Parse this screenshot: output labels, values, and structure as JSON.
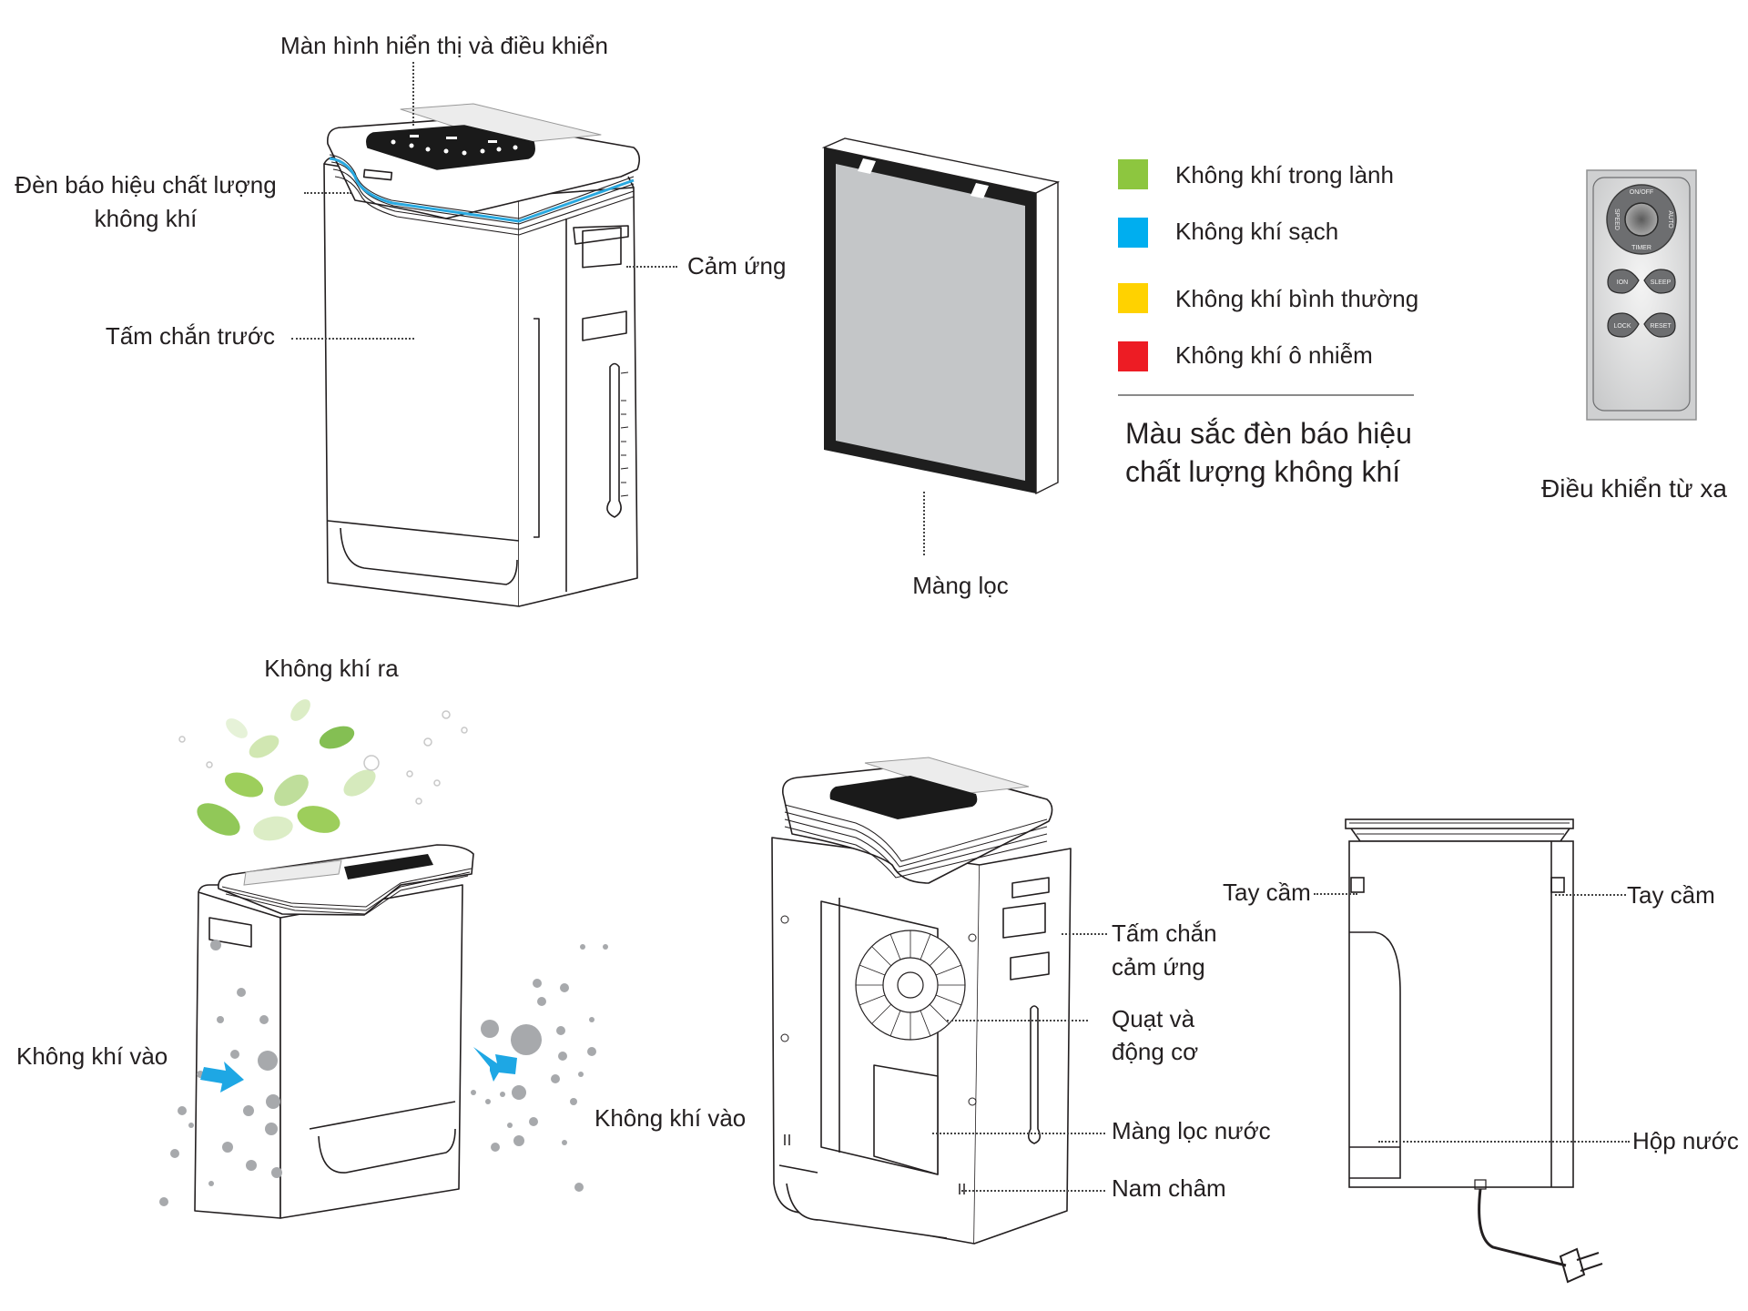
{
  "diagram": {
    "subject": "Máy lọc không khí – cấu tạo",
    "colors": {
      "line": "#231f20",
      "indicator_light": "#29a9e0",
      "airflow_arrow": "#1ea7e4",
      "particle": "#a7a9ac",
      "leaf_green": "#8dc63f",
      "filter_media": "#c4c6c8",
      "filter_frame": "#1e1e1e",
      "remote_body": "#d9dadb",
      "remote_buttons": "#6d6e70"
    }
  },
  "front_view": {
    "labels": {
      "display_panel": "Màn hình hiển thị và điều khiển",
      "indicator_light_line1": "Đèn báo hiệu chất lượng",
      "indicator_light_line2": "không khí",
      "front_cover": "Tấm chắn trước",
      "sensor": "Cảm ứng"
    }
  },
  "filter": {
    "label": "Màng lọc"
  },
  "legend": {
    "items": [
      {
        "label": "Không khí trong lành",
        "color": "#8dc63f"
      },
      {
        "label": "Không khí sạch",
        "color": "#00aeef"
      },
      {
        "label": "Không khí bình thường",
        "color": "#ffd200"
      },
      {
        "label": "Không khí ô nhiễm",
        "color": "#ed1c24"
      }
    ],
    "title_line1": "Màu sắc đèn báo hiệu",
    "title_line2": "chất lượng không khí"
  },
  "remote": {
    "label": "Điều khiển từ xa",
    "buttons": {
      "on_off": "ON/OFF",
      "speed": "SPEED",
      "auto": "AUTO",
      "timer": "TIMER",
      "ion": "ION",
      "sleep": "SLEEP",
      "lock": "LOCK",
      "reset": "RESET"
    }
  },
  "airflow_view": {
    "labels": {
      "air_out": "Không khí ra",
      "air_in_left": "Không khí vào",
      "air_in_right": "Không khí vào"
    }
  },
  "interior_view": {
    "labels": {
      "sensor_cover_line1": "Tấm chắn",
      "sensor_cover_line2": "cảm ứng",
      "fan_motor_line1": "Quạt và",
      "fan_motor_line2": "động cơ",
      "water_filter": "Màng lọc nước",
      "magnet": "Nam châm"
    }
  },
  "side_view": {
    "labels": {
      "handle_left": "Tay cầm",
      "handle_right": "Tay cầm",
      "water_tank": "Hộp nước"
    }
  }
}
